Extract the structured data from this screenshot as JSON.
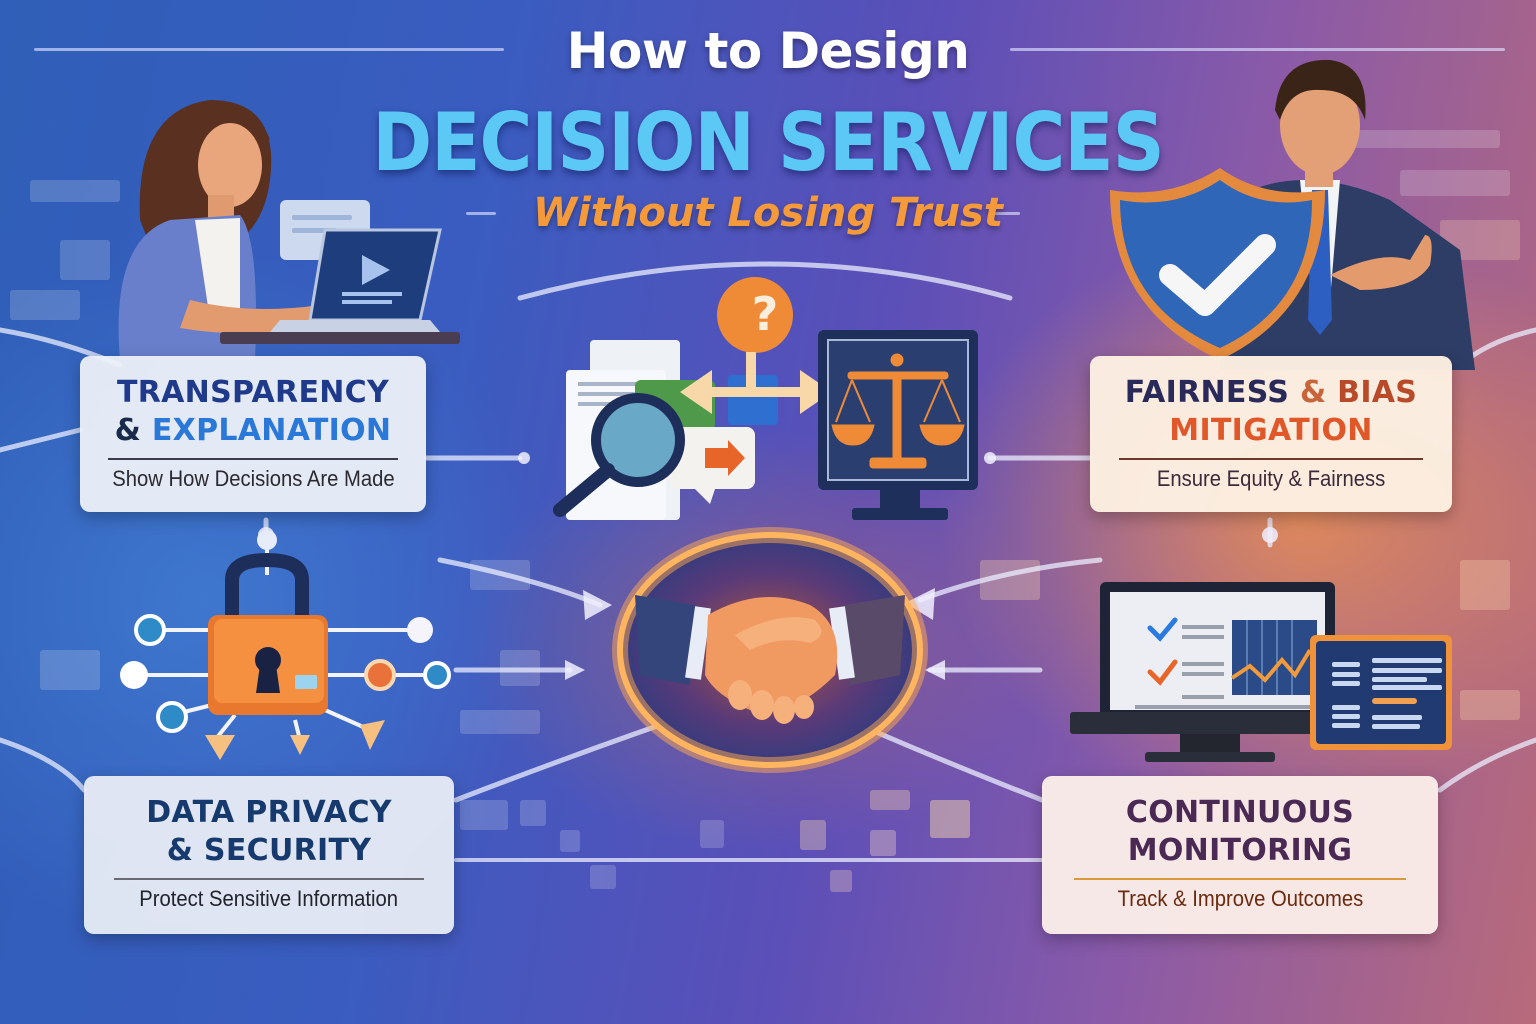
{
  "title": {
    "line1": "How to Design",
    "line2": "DECISION SERVICES",
    "line3": "Without Losing Trust"
  },
  "colors": {
    "title_white": "#ffffff",
    "title_cyan": "#5cc8f5",
    "title_orange": "#f49a3a",
    "navy": "#1f3a78",
    "blue": "#2a78d8",
    "orange": "#e8702a",
    "plum": "#4a2a55",
    "brown": "#6a2a10"
  },
  "pillars": {
    "transparency": {
      "heading_part1": "TRANSPARENCY",
      "heading_amp": "&",
      "heading_part2": "EXPLANATION",
      "subtitle": "Show How Decisions Are Made",
      "illustration": "woman-using-laptop"
    },
    "fairness": {
      "heading_part1": "FAIRNESS",
      "heading_amp": "&",
      "heading_part2": "BIAS",
      "heading_line2": "MITIGATION",
      "subtitle": "Ensure Equity & Fairness",
      "illustration": "man-with-shield"
    },
    "privacy": {
      "heading_line1": "DATA PRIVACY",
      "heading_line2": "& SECURITY",
      "subtitle": "Protect Sensitive Information",
      "illustration": "padlock-network"
    },
    "monitoring": {
      "heading_line1": "CONTINUOUS",
      "heading_line2": "MONITORING",
      "subtitle": "Track & Improve Outcomes",
      "illustration": "monitor-dashboard"
    }
  },
  "center": {
    "top_illustration": "decision-flow-with-scales",
    "question_mark": "?",
    "hub_illustration": "handshake"
  }
}
